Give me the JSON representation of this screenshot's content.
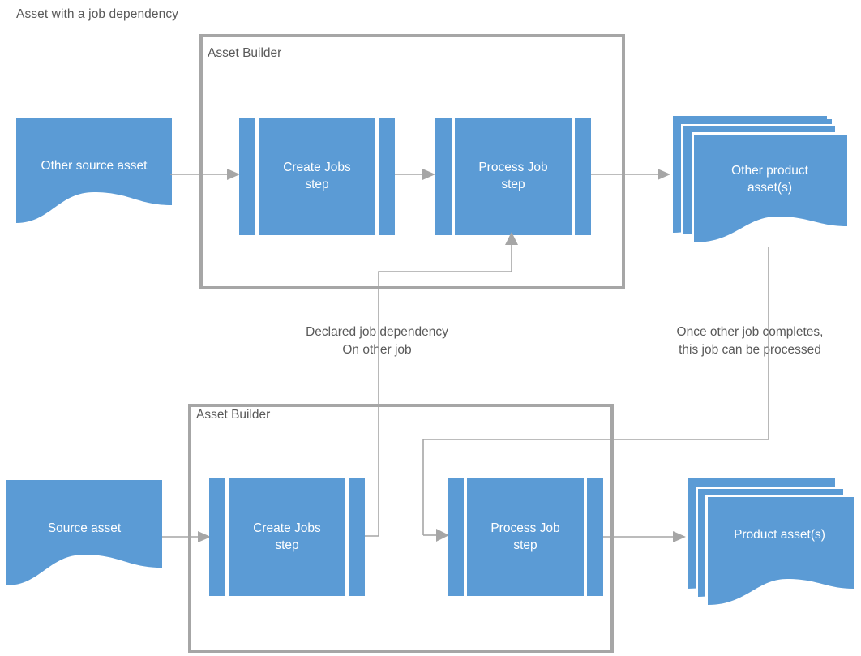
{
  "title": "Asset with a job dependency",
  "colors": {
    "shape_fill": "#5b9bd5",
    "container_border": "#a6a6a6",
    "connector": "#a6a6a6",
    "text_dark": "#595959",
    "text_light": "#ffffff",
    "background": "#ffffff"
  },
  "containers": [
    {
      "id": "top",
      "label": "Asset Builder"
    },
    {
      "id": "bottom",
      "label": "Asset Builder"
    }
  ],
  "top_flow": {
    "source": "Other source asset",
    "steps": [
      {
        "line1": "Create Jobs",
        "line2": "step"
      },
      {
        "line1": "Process Job",
        "line2": "step"
      }
    ],
    "product": {
      "line1": "Other product",
      "line2": "asset(s)"
    }
  },
  "bottom_flow": {
    "source": "Source asset",
    "steps": [
      {
        "line1": "Create Jobs",
        "line2": "step"
      },
      {
        "line1": "Process Job",
        "line2": "step"
      }
    ],
    "product": {
      "line1": "Product asset(s)",
      "line2": ""
    }
  },
  "annotations": [
    {
      "id": "dependency",
      "line1": "Declared job dependency",
      "line2": "On other job"
    },
    {
      "id": "completion",
      "line1": "Once other job completes,",
      "line2": "this job can be processed"
    }
  ]
}
